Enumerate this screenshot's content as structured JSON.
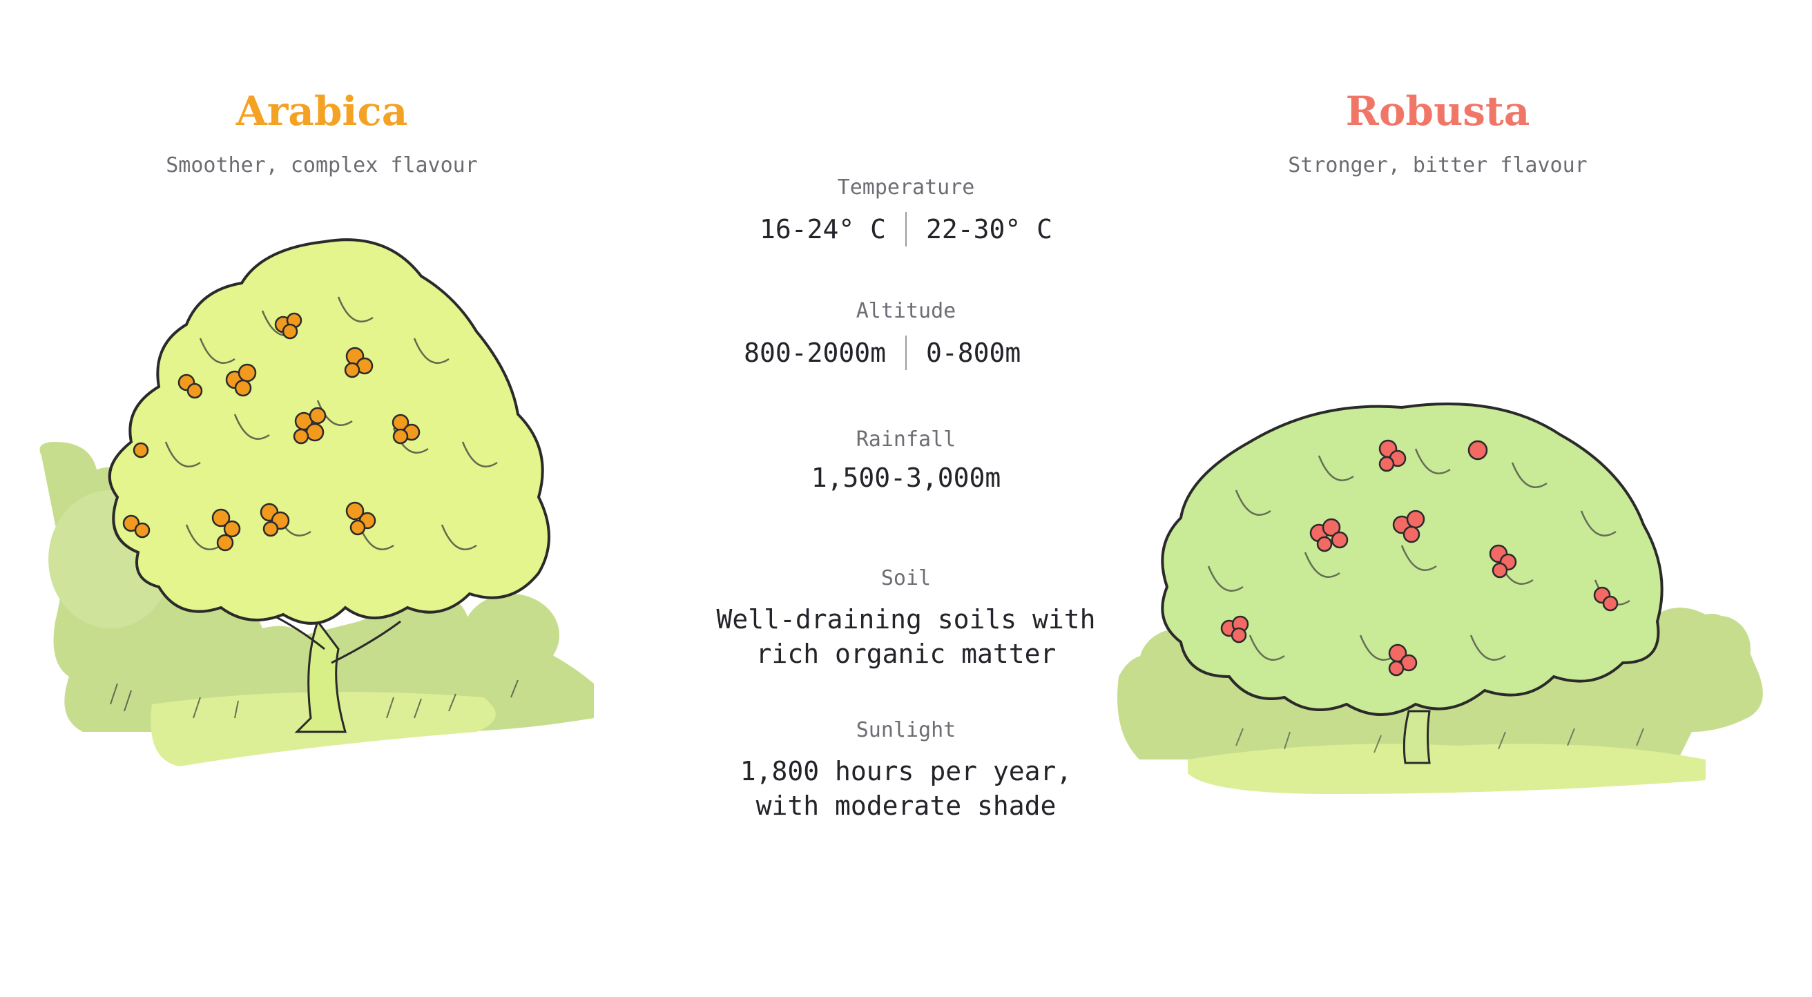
{
  "arabica": {
    "title": "Arabica",
    "subtitle": "Smoother, complex flavour",
    "color": "#f4a224",
    "berry_color": "#f29a1e"
  },
  "robusta": {
    "title": "Robusta",
    "subtitle": "Stronger, bitter flavour",
    "color": "#f07768",
    "berry_color": "#f36a64"
  },
  "stats": {
    "temperature": {
      "label": "Temperature",
      "arabica": "16-24° C",
      "robusta": "22-30° C"
    },
    "altitude": {
      "label": "Altitude",
      "arabica": "800-2000m",
      "robusta": "0-800m"
    },
    "rainfall": {
      "label": "Rainfall",
      "value": "1,500-3,000m"
    },
    "soil": {
      "label": "Soil",
      "line1": "Well-draining soils with",
      "line2": "rich organic matter"
    },
    "sunlight": {
      "label": "Sunlight",
      "line1": "1,800 hours per year,",
      "line2": "with moderate shade"
    }
  },
  "colors": {
    "bush_dark": "#c7dd8e",
    "bush_light": "#dcef97",
    "arabica_tree": "#e3f58c",
    "robusta_tree": "#c9ea96",
    "outline": "#2a2a2a"
  }
}
